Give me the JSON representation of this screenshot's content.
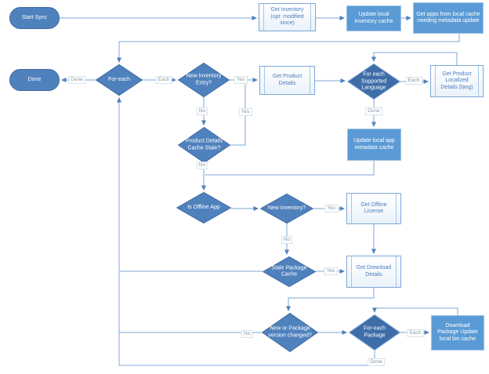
{
  "diagram": {
    "background_color": "#ffffff",
    "colors": {
      "shape_blue": "#4f81bd",
      "shape_blue_dark": "#3e6da8",
      "filled_process_blue": "#5b9bd5",
      "connector_line": "#7da7d8",
      "arrowhead": "#4f81bd",
      "subprocess_text": "#4a7dbb",
      "edge_label_text": "#8496aa"
    },
    "nodes": {
      "start": {
        "type": "terminator",
        "label": "Start Sync"
      },
      "done": {
        "type": "terminator",
        "label": "Done"
      },
      "get_inventory": {
        "type": "subprocess",
        "label": "Get Inventory (opt: modified since)"
      },
      "update_inventory_cache": {
        "type": "process",
        "label": "Update local inventory cache"
      },
      "get_apps": {
        "type": "process",
        "label": "Get apps from local cache needing metadata update"
      },
      "foreach": {
        "type": "decision",
        "label": "For-each"
      },
      "new_inventory_entry": {
        "type": "decision",
        "label": "New Inventory Entry?"
      },
      "get_product_details": {
        "type": "subprocess",
        "label": "Get Product Details"
      },
      "foreach_language": {
        "type": "decision",
        "label": "For each Supported Language"
      },
      "get_product_localized": {
        "type": "subprocess",
        "label": "Get Product Localized Details (lang)"
      },
      "update_metadata_cache": {
        "type": "process",
        "label": "Update local app metadata cache"
      },
      "cache_stale": {
        "type": "decision",
        "label": "Product Details Cache Stale?"
      },
      "is_offline_app": {
        "type": "decision",
        "label": "Is Offline App"
      },
      "new_inventory": {
        "type": "decision",
        "label": "New inventory?"
      },
      "get_offline_license": {
        "type": "subprocess",
        "label": "Get Offline License"
      },
      "stale_package_cache": {
        "type": "decision",
        "label": "Stale Package Cache"
      },
      "get_download_details": {
        "type": "subprocess",
        "label": "Get Download Details"
      },
      "new_or_changed": {
        "type": "decision",
        "label": "New or Package version changed?"
      },
      "foreach_package": {
        "type": "decision",
        "label": "For-each Package"
      },
      "download_package": {
        "type": "process",
        "label": "Download Package Update local bin cache"
      }
    },
    "edge_labels": {
      "done_to_end": "Done",
      "each_entry": "Each",
      "yes_new_entry": "Yes",
      "no_new_entry": "No",
      "yes_cache_stale": "Yes",
      "no_cache_stale": "No",
      "each_language": "Each",
      "done_language": "Done",
      "yes_offline_license": "Yes",
      "no_new_inventory": "No",
      "yes_stale_package": "Yes",
      "no_version_changed": "No",
      "each_package": "Each",
      "done_package": "Done"
    }
  }
}
